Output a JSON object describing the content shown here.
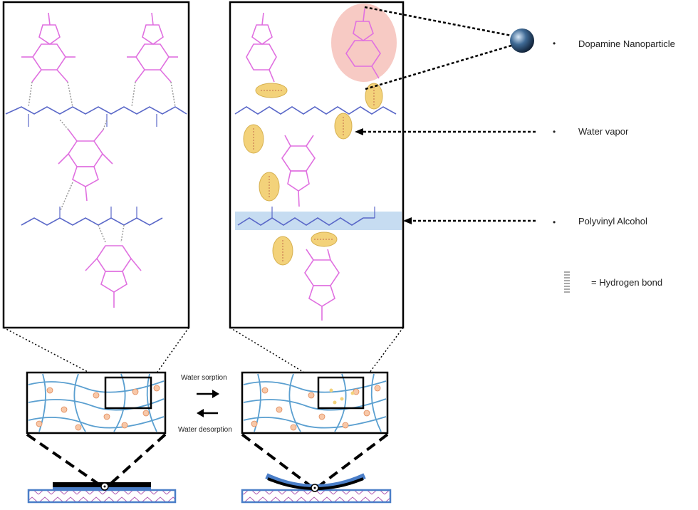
{
  "legend": {
    "dopamine": "Dopamine Nanoparticle",
    "water": "Water vapor",
    "pva": "Polyvinyl Alcohol",
    "hbond": "= Hydrogen bond",
    "bullet": "•"
  },
  "process": {
    "sorption": "Water sorption",
    "desorption": "Water desorption"
  },
  "colors": {
    "pva_chain": "#5a68c8",
    "dopamine": "#e070e0",
    "water_highlight": "#f3d27a",
    "dopamine_highlight": "#f4b8b0",
    "pva_band": "#bcd6ee",
    "network_line": "#5a9fd0",
    "substrate": "#4a7ec8"
  }
}
